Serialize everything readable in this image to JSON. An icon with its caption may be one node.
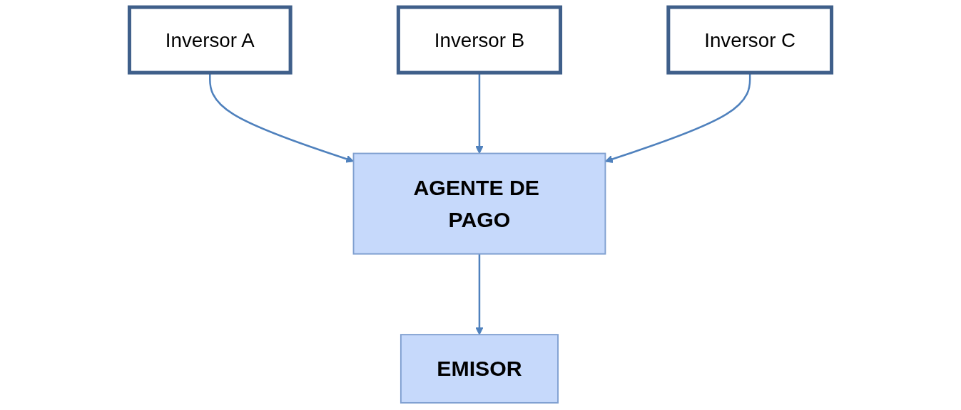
{
  "diagram": {
    "nodes": [
      {
        "text": [
          "Inversor A"
        ]
      },
      {
        "text": [
          "Inversor B"
        ]
      },
      {
        "text": [
          "Inversor C"
        ]
      },
      {
        "text": [
          "AGENTE DE PAGO"
        ]
      },
      {
        "text": [
          "EMISOR"
        ]
      }
    ],
    "edges": [
      {
        "from": 0,
        "to": 3,
        "arrow": "to"
      },
      {
        "from": 1,
        "to": 3,
        "arrow": "to"
      },
      {
        "from": 2,
        "to": 3,
        "arrow": "to"
      },
      {
        "from": 3,
        "to": 4,
        "arrow": "to"
      }
    ]
  }
}
